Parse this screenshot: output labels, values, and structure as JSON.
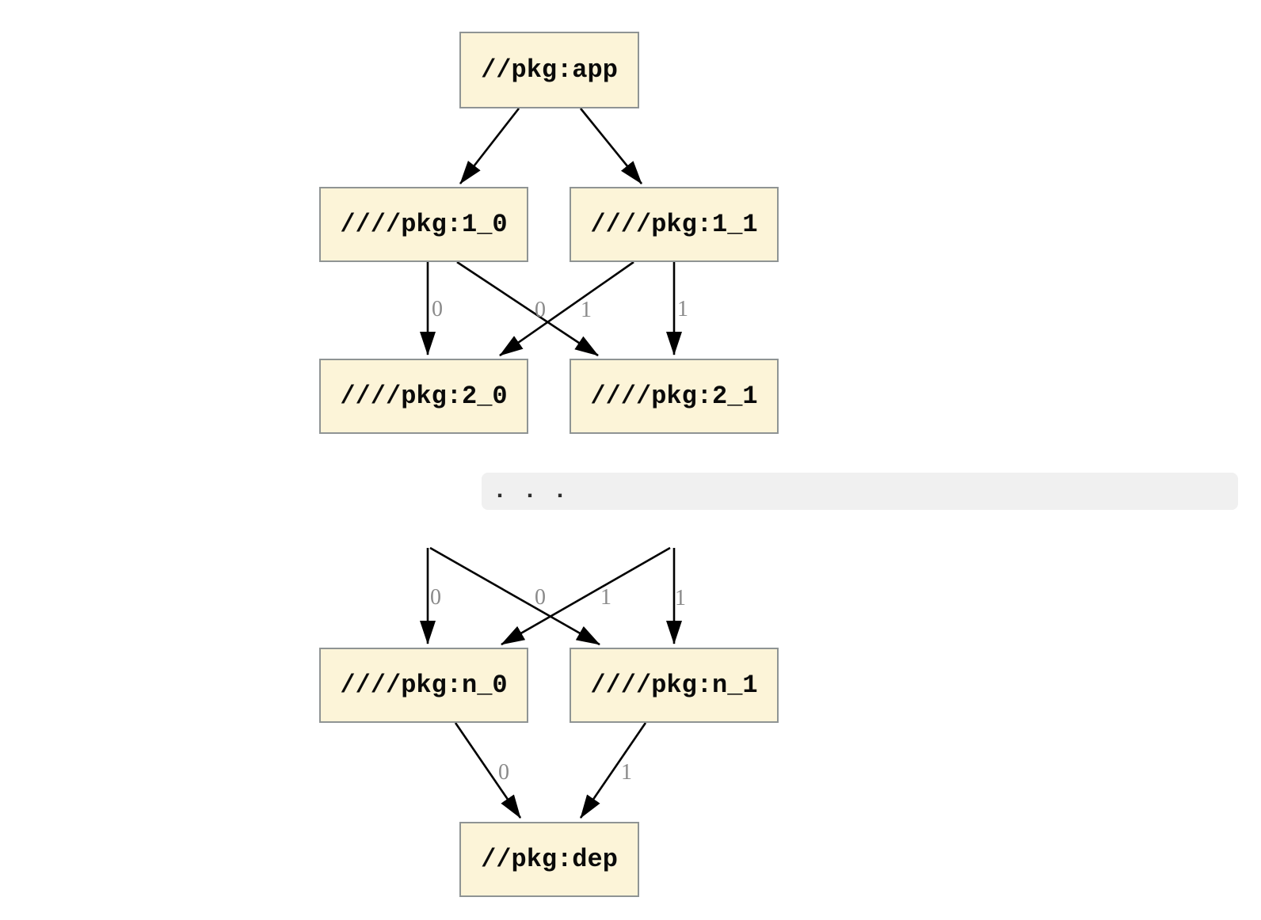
{
  "diagram": {
    "type": "dependency-graph",
    "nodes": [
      {
        "id": "app",
        "label": "//pkg:app"
      },
      {
        "id": "1_0",
        "label": "////pkg:1_0"
      },
      {
        "id": "1_1",
        "label": "////pkg:1_1"
      },
      {
        "id": "2_0",
        "label": "////pkg:2_0"
      },
      {
        "id": "2_1",
        "label": "////pkg:2_1"
      },
      {
        "id": "n_0",
        "label": "////pkg:n_0"
      },
      {
        "id": "n_1",
        "label": "////pkg:n_1"
      },
      {
        "id": "dep",
        "label": "//pkg:dep"
      }
    ],
    "edges": [
      {
        "from": "//pkg:app",
        "to": "////pkg:1_0",
        "label": ""
      },
      {
        "from": "//pkg:app",
        "to": "////pkg:1_1",
        "label": ""
      },
      {
        "from": "////pkg:1_0",
        "to": "////pkg:2_0",
        "label": "0"
      },
      {
        "from": "////pkg:1_0",
        "to": "////pkg:2_1",
        "label": "1"
      },
      {
        "from": "////pkg:1_1",
        "to": "////pkg:2_0",
        "label": "0"
      },
      {
        "from": "////pkg:1_1",
        "to": "////pkg:2_1",
        "label": "1"
      },
      {
        "from": "...",
        "to": "////pkg:n_0",
        "label": "0"
      },
      {
        "from": "...",
        "to": "////pkg:n_1",
        "label": "1"
      },
      {
        "from": "...",
        "to": "////pkg:n_0",
        "label": "0"
      },
      {
        "from": "...",
        "to": "////pkg:n_1",
        "label": "1"
      },
      {
        "from": "////pkg:n_0",
        "to": "//pkg:dep",
        "label": "0"
      },
      {
        "from": "////pkg:n_1",
        "to": "//pkg:dep",
        "label": "1"
      }
    ],
    "edge_labels": [
      "0",
      "0",
      "1",
      "1",
      "0",
      "0",
      "1",
      "1",
      "0",
      "1"
    ],
    "ellipsis": ". . .",
    "colors": {
      "background": "#ffffff",
      "node_fill": "#fcf4d8",
      "node_border": "#8f9494",
      "node_text": "#0a0a0a",
      "edge": "#000000",
      "edge_label": "#8a8a8a",
      "ellipsis_band": "#f0f0f0",
      "ellipsis_text": "#2d2d2d"
    }
  }
}
